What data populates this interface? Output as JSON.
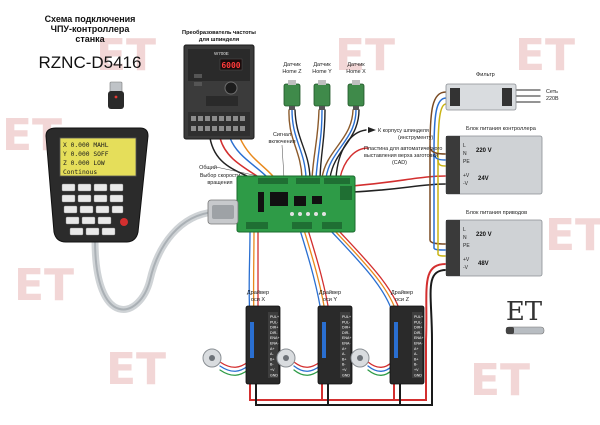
{
  "title": {
    "line1": "Схема подключения",
    "line2": "ЧПУ-контроллера",
    "line3": "станка",
    "model": "RZNC-D5416"
  },
  "watermark": "ET",
  "pendant": {
    "lcd_rows": [
      "X  0.000 MAHL",
      "Y  0.000 SOFF",
      "Z  0.000 LOW",
      "Continous"
    ]
  },
  "vfd": {
    "label_line1": "Преобразователь частоты",
    "label_line2": "для шпинделя",
    "brand": "W700E",
    "display": "6000"
  },
  "sensors": [
    {
      "line1": "Датчик",
      "line2": "Home Z"
    },
    {
      "line1": "Датчик",
      "line2": "Home Y"
    },
    {
      "line1": "Датчик",
      "line2": "Home X"
    }
  ],
  "annotations": {
    "signal_line1": "Сигнал",
    "signal_line2": "включения",
    "common": "Общий",
    "speed_line1": "Выбор скорости",
    "speed_line2": "вращения",
    "spindle_case_line1": "К корпусу шпинделя",
    "spindle_case_line2": "(инструменту)",
    "plate_line1": "Пластина для автоматического",
    "plate_line2": "выставления верха заготовки",
    "plate_line3": "(CAD)"
  },
  "filter": {
    "label": "Фильтр",
    "mains_line1": "Сеть",
    "mains_line2": "220В"
  },
  "psu_controller": {
    "label": "Блок питания контроллера",
    "terminals": [
      "L",
      "N",
      "PE",
      "+V",
      "-V"
    ],
    "input": "220 V",
    "output": "24V"
  },
  "psu_drives": {
    "label": "Блок питания приводов",
    "terminals": [
      "L",
      "N",
      "PE",
      "+V",
      "-V"
    ],
    "input": "220 V",
    "output": "48V"
  },
  "drivers": [
    {
      "line1": "Драйвер",
      "line2": "оси X"
    },
    {
      "line1": "Драйвер",
      "line2": "оси Y"
    },
    {
      "line1": "Драйвер",
      "line2": "оси Z"
    }
  ],
  "driver_pins": [
    "PUL+",
    "PUL-",
    "DIR+",
    "DIR-",
    "ENA+",
    "ENA-",
    "A+",
    "A-",
    "B+",
    "B-",
    "+V",
    "GND"
  ],
  "logo": "ET",
  "colors": {
    "red": "#d32f2f",
    "black": "#1a1a1a",
    "green_board": "#2e9b47",
    "sensor_green": "#3f8a4a",
    "blue_wire": "#2a6fd1",
    "orange_wire": "#e8891c",
    "watermark": "#f2d6d6"
  }
}
